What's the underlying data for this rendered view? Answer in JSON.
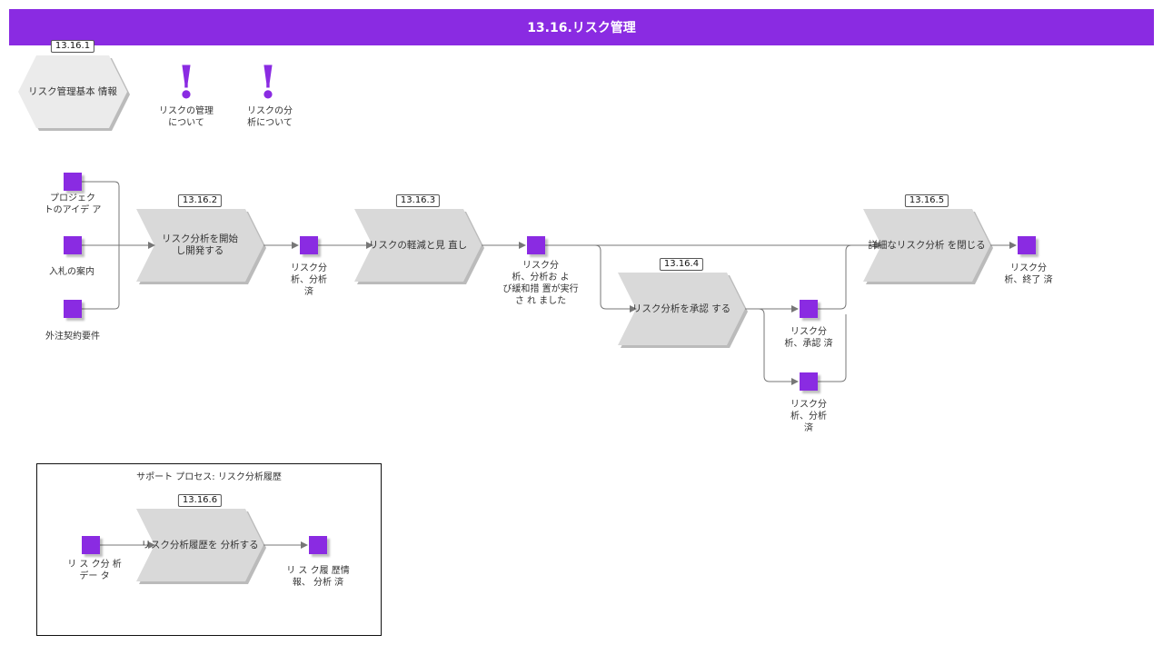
{
  "colors": {
    "accent": "#8A2BE2",
    "shape_fill": "#d9d9d9",
    "connector": "#777777"
  },
  "header": {
    "title": "13.16.リスク管理"
  },
  "info": {
    "id": "13.16.1",
    "label": "リスク管理基本 情報"
  },
  "notes": [
    {
      "icon": "exclamation-icon",
      "label": "リスクの管理\nについて"
    },
    {
      "icon": "exclamation-icon",
      "label": "リスクの分\n析について"
    }
  ],
  "processes": [
    {
      "id": "13.16.2",
      "label": "リスク分析を開始\nし開発する"
    },
    {
      "id": "13.16.3",
      "label": "リスクの軽減と見 直し"
    },
    {
      "id": "13.16.4",
      "label": "リスク分析を承認 する"
    },
    {
      "id": "13.16.5",
      "label": "詳細なリスク分析 を閉じる"
    }
  ],
  "events": [
    {
      "label": "プロジェク\nトのアイデ ア"
    },
    {
      "label": "入札の案内"
    },
    {
      "label": "外注契約要件"
    },
    {
      "label": "リスク分\n析、分析\n済"
    },
    {
      "label": "リスク分\n析、分析お よ\nび緩和措 置が実行\nさ れ ました"
    },
    {
      "label": "リスク分\n析、承認 済"
    },
    {
      "label": "リスク分\n析、分析\n済"
    },
    {
      "label": "リスク分\n析、終了 済"
    }
  ],
  "support": {
    "title": "サポート プロセス: リスク分析履歴",
    "process": {
      "id": "13.16.6",
      "label": "リスク分析履歴を 分析する"
    },
    "events": [
      {
        "label": "リ ス ク分 析\nデー タ"
      },
      {
        "label": "リ ス ク履 歴情\n報、 分析 済"
      }
    ]
  }
}
